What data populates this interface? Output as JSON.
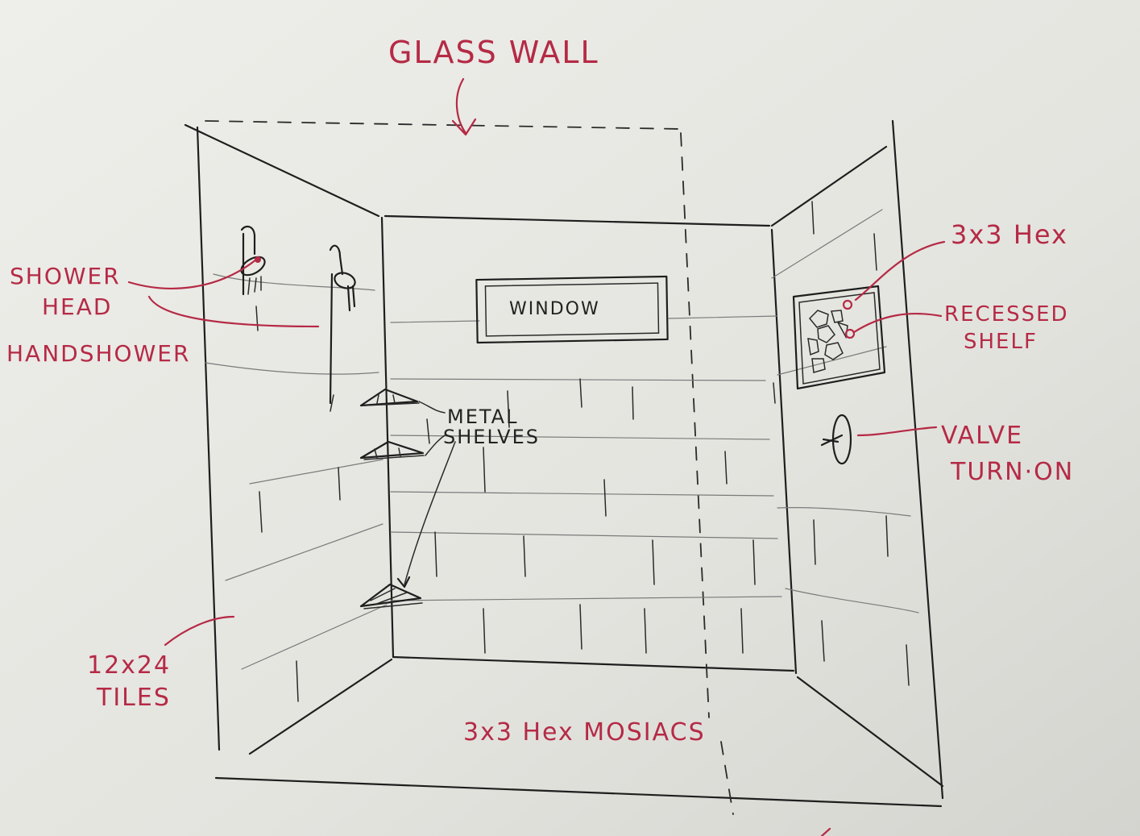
{
  "labels": {
    "glass_wall": "GLASS WALL",
    "shower_head_1": "SHOWER",
    "shower_head_2": "HEAD",
    "handshower": "HANDSHOWER",
    "window": "WINDOW",
    "metal_shelves_1": "METAL",
    "metal_shelves_2": "SHELVES",
    "hex_3x3": "3x3 Hex",
    "recessed_shelf_1": "RECESSED",
    "recessed_shelf_2": "SHELF",
    "valve_1": "VALVE",
    "valve_2": "TURN·ON",
    "tiles_1": "12x24",
    "tiles_2": "TILES",
    "floor": "3x3 Hex MOSIACS"
  },
  "colors": {
    "ink": "#1e1e1e",
    "annotation": "#b52a45",
    "paper": "#e6e6e1"
  }
}
